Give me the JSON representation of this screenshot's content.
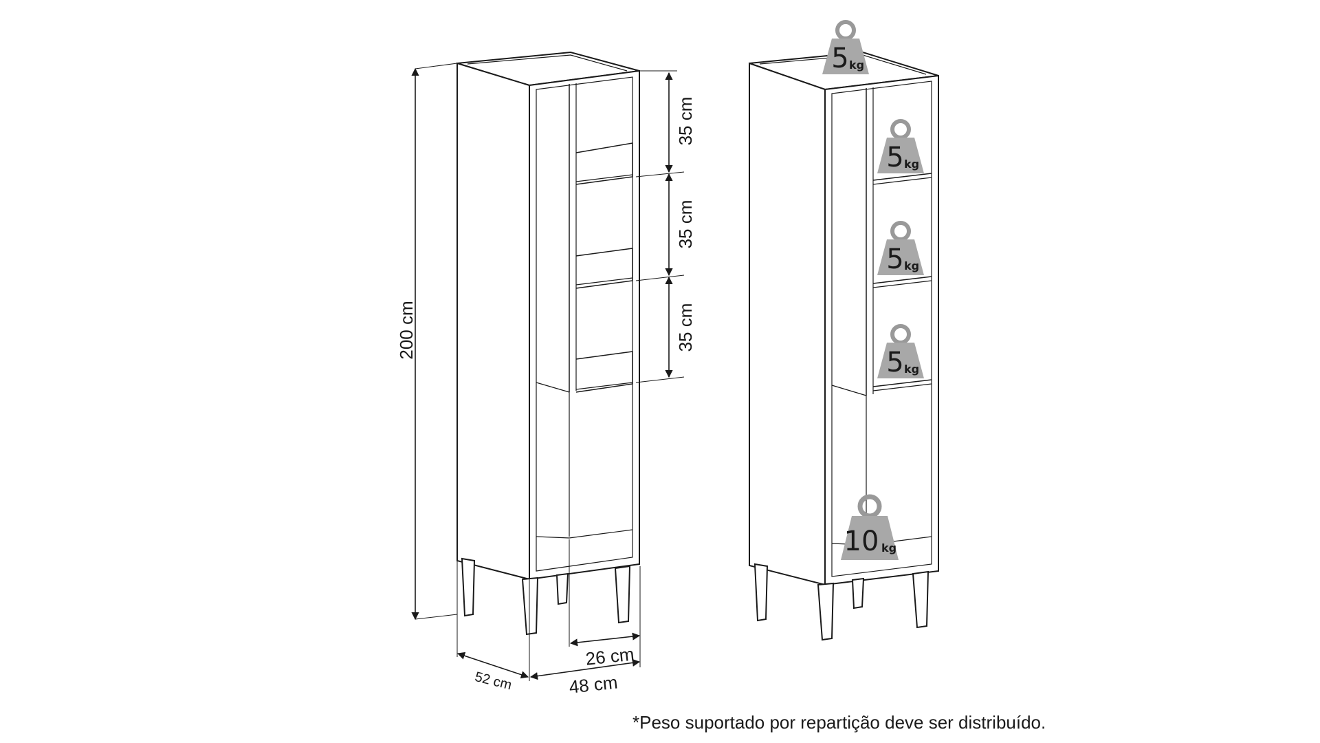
{
  "dimensions": {
    "shelf_height_1": "35 cm",
    "shelf_height_2": "35 cm",
    "shelf_height_3": "35 cm",
    "total_height": "200 cm",
    "depth": "52 cm",
    "width": "48 cm",
    "inner_width": "26 cm"
  },
  "weights": {
    "unit": "kg",
    "top": "5",
    "shelf_1": "5",
    "shelf_2": "5",
    "shelf_3": "5",
    "bottom": "10"
  },
  "footnote": "*Peso suportado por repartição deve ser distribuído."
}
